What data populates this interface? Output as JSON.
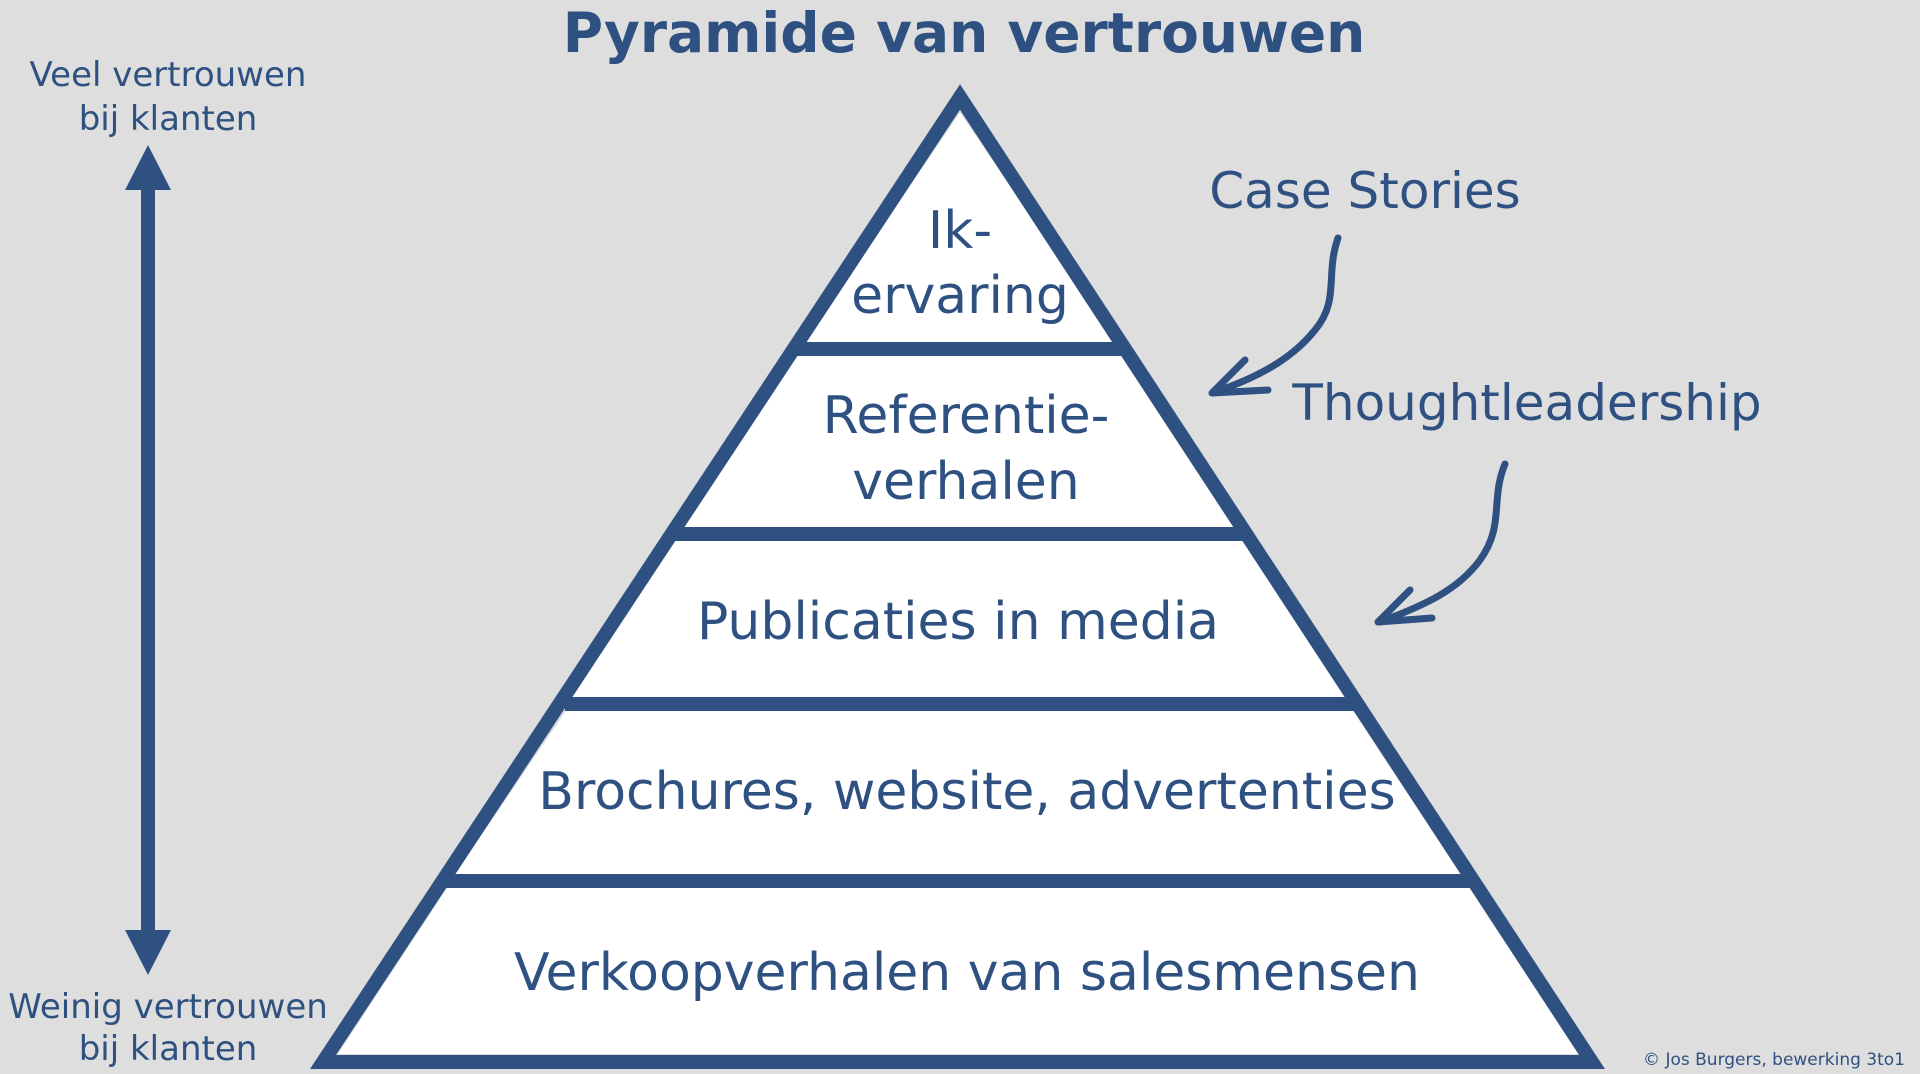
{
  "title": "Pyramide van vertrouwen",
  "axis": {
    "top_line1": "Veel vertrouwen",
    "top_line2": "bij klanten",
    "bottom_line1": "Weinig vertrouwen",
    "bottom_line2": "bij klanten"
  },
  "tiers": [
    {
      "line1": "Ik-",
      "line2": "ervaring"
    },
    {
      "line1": "Referentie-",
      "line2": "verhalen"
    },
    {
      "line1": "Publicaties in media"
    },
    {
      "line1": "Brochures, website, advertenties"
    },
    {
      "line1": "Verkoopverhalen van salesmensen"
    }
  ],
  "annotations": {
    "case_stories": "Case Stories",
    "thoughtleadership": "Thoughtleadership"
  },
  "credit": "© Jos Burgers, bewerking 3to1",
  "colors": {
    "primary": "#2e5181",
    "background": "#dedede",
    "tier_fill": "#ffffff"
  }
}
